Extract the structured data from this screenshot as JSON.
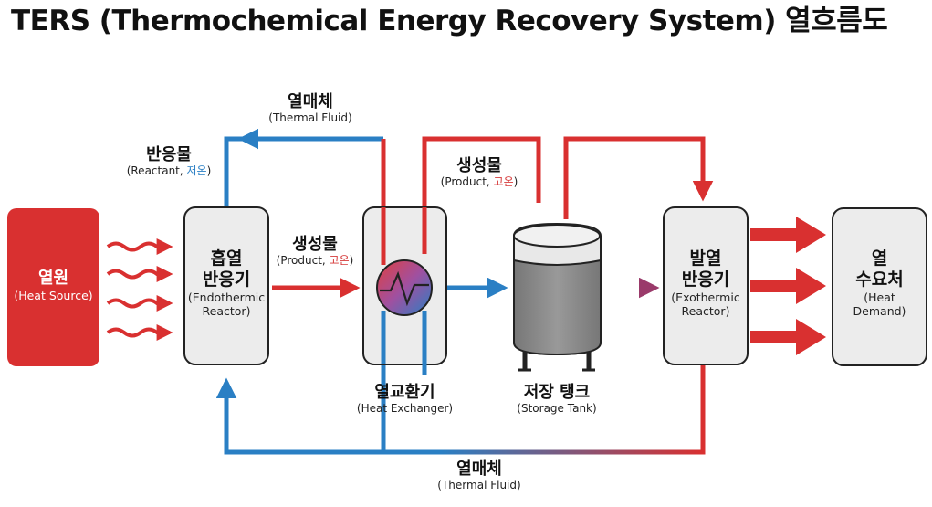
{
  "title": "TERS (Thermochemical Energy Recovery System) 열흐름도",
  "nodes": {
    "heat_source": {
      "ko": "열원",
      "en": "(Heat Source)"
    },
    "endo": {
      "ko1": "흡열",
      "ko2": "반응기",
      "en1": "(Endothermic",
      "en2": "Reactor)"
    },
    "hx": {
      "ko": "열교환기",
      "en": "(Heat Exchanger)"
    },
    "tank": {
      "ko": "저장 탱크",
      "en": "(Storage Tank)"
    },
    "exo": {
      "ko1": "발열",
      "ko2": "반응기",
      "en1": "(Exothermic",
      "en2": "Reactor)"
    },
    "demand": {
      "ko1": "열",
      "ko2": "수요처",
      "en1": "(Heat",
      "en2": "Demand)"
    }
  },
  "flows": {
    "thermal_fluid_top": {
      "ko": "열매체",
      "en": "(Thermal Fluid)"
    },
    "reactant": {
      "ko": "반응물",
      "en_a": "(Reactant, ",
      "en_b": "저온",
      "en_c": ")"
    },
    "product_mid": {
      "ko": "생성물",
      "en_a": "(Product, ",
      "en_b": "고온",
      "en_c": ")"
    },
    "product_top": {
      "ko": "생성물",
      "en_a": "(Product, ",
      "en_b": "고온",
      "en_c": ")"
    },
    "thermal_fluid_bottom": {
      "ko": "열매체",
      "en": "(Thermal Fluid)"
    }
  },
  "colors": {
    "hot": "#d93030",
    "cold": "#2a7fc4",
    "box_fill": "#ececec",
    "tank_fill": "#8a8a8a"
  }
}
